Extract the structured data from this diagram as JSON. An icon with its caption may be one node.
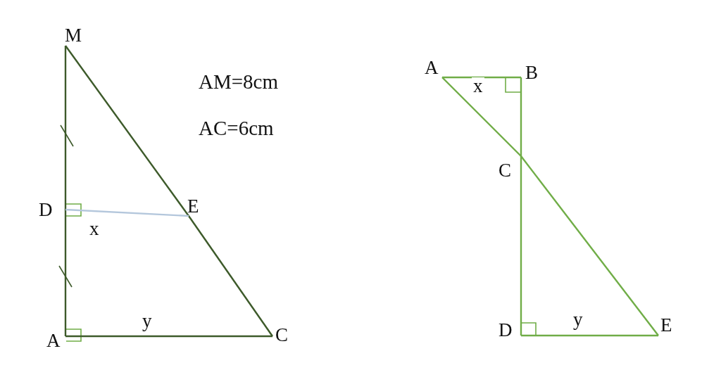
{
  "diagram": {
    "nodes": [
      {
        "text": [
          "M"
        ]
      },
      {
        "text": [
          "D"
        ]
      },
      {
        "text": [
          "E"
        ]
      },
      {
        "text": [
          "A"
        ]
      },
      {
        "text": [
          "C"
        ]
      },
      {
        "text": [
          "A"
        ]
      },
      {
        "text": [
          "B"
        ]
      },
      {
        "text": [
          "C"
        ]
      },
      {
        "text": [
          "D"
        ]
      },
      {
        "text": [
          "E"
        ]
      }
    ],
    "edges": [
      {
        "from": 0,
        "to": 1,
        "arrow": "none",
        "color": "#3d5a2a"
      },
      {
        "from": 1,
        "to": 3,
        "arrow": "none",
        "color": "#3d5a2a"
      },
      {
        "from": 0,
        "to": 2,
        "arrow": "none",
        "color": "#3d5a2a"
      },
      {
        "from": 2,
        "to": 4,
        "arrow": "none",
        "color": "#3d5a2a"
      },
      {
        "from": 3,
        "to": 4,
        "arrow": "none",
        "label": "y",
        "color": "#3d5a2a"
      },
      {
        "from": 1,
        "to": 2,
        "arrow": "none",
        "label": "x",
        "color": "#b4c7dc"
      },
      {
        "from": 5,
        "to": 6,
        "arrow": "none",
        "label": "x",
        "color": "#70ad47"
      },
      {
        "from": 6,
        "to": 7,
        "arrow": "none",
        "color": "#70ad47"
      },
      {
        "from": 7,
        "to": 8,
        "arrow": "none",
        "color": "#70ad47"
      },
      {
        "from": 8,
        "to": 9,
        "arrow": "none",
        "label": "y",
        "color": "#70ad47"
      },
      {
        "from": 5,
        "to": 7,
        "arrow": "none",
        "color": "#70ad47"
      },
      {
        "from": 7,
        "to": 9,
        "arrow": "none",
        "color": "#70ad47"
      }
    ],
    "labels": [
      "AM=8cm",
      "AC=6cm"
    ]
  }
}
